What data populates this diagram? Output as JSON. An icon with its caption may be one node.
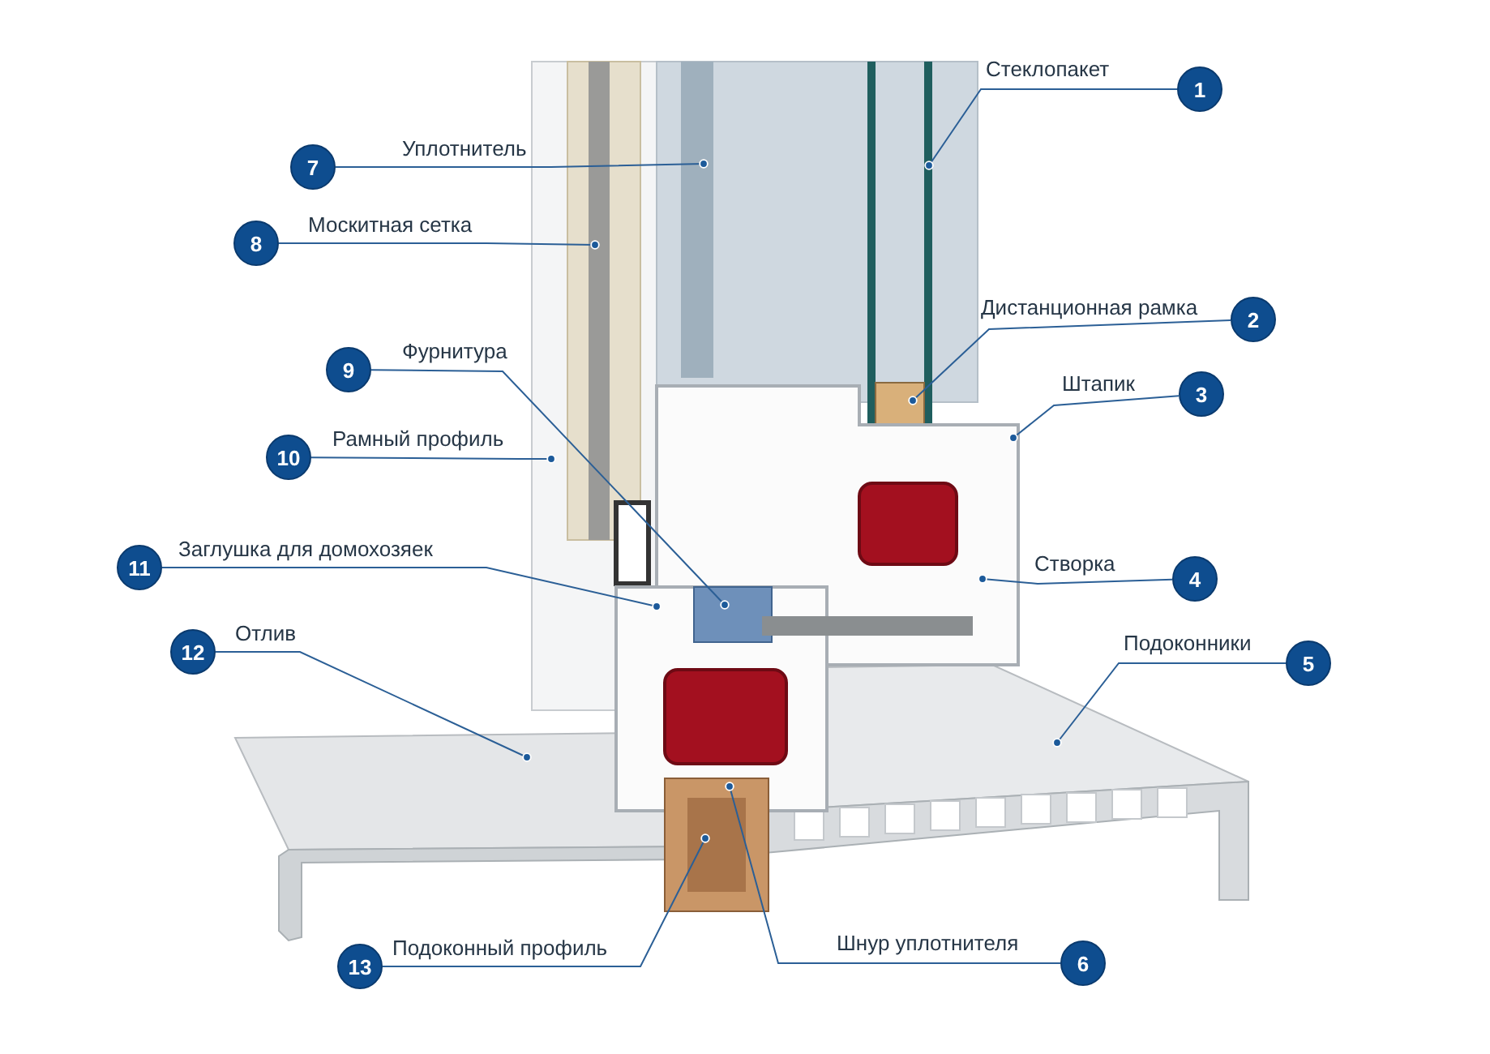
{
  "diagram": {
    "nodes": [
      {
        "text": [
          "1"
        ],
        "beside": [
          "Стеклопакет"
        ]
      },
      {
        "text": [
          "2"
        ],
        "beside": [
          "Дистанционная рамка"
        ]
      },
      {
        "text": [
          "3"
        ],
        "beside": [
          "Штапик"
        ]
      },
      {
        "text": [
          "4"
        ],
        "beside": [
          "Створка"
        ]
      },
      {
        "text": [
          "5"
        ],
        "beside": [
          "Подоконники"
        ]
      },
      {
        "text": [
          "6"
        ],
        "beside": [
          "Шнур уплотнителя"
        ]
      },
      {
        "text": [
          "7"
        ],
        "beside": [
          "Уплотнитель"
        ]
      },
      {
        "text": [
          "8"
        ],
        "beside": [
          "Москитная сетка"
        ]
      },
      {
        "text": [
          "9"
        ],
        "beside": [
          "Фурнитура"
        ]
      },
      {
        "text": [
          "10"
        ],
        "beside": [
          "Рамный профиль"
        ]
      },
      {
        "text": [
          "11"
        ],
        "beside": [
          "Заглушка для домохозяек"
        ]
      },
      {
        "text": [
          "12"
        ],
        "beside": [
          "Отлив"
        ]
      },
      {
        "text": [
          "13"
        ],
        "beside": [
          "Подоконный профиль"
        ]
      }
    ],
    "edges": [
      {
        "from": 0,
        "to": null,
        "arrow": "other"
      },
      {
        "from": 1,
        "to": null,
        "arrow": "other"
      },
      {
        "from": 2,
        "to": null,
        "arrow": "other"
      },
      {
        "from": 3,
        "to": null,
        "arrow": "other"
      },
      {
        "from": 4,
        "to": null,
        "arrow": "other"
      },
      {
        "from": 5,
        "to": null,
        "arrow": "other"
      },
      {
        "from": 6,
        "to": null,
        "arrow": "other"
      },
      {
        "from": 7,
        "to": null,
        "arrow": "other"
      },
      {
        "from": 8,
        "to": null,
        "arrow": "other"
      },
      {
        "from": 9,
        "to": null,
        "arrow": "other"
      },
      {
        "from": 10,
        "to": null,
        "arrow": "other"
      },
      {
        "from": 11,
        "to": null,
        "arrow": "other"
      },
      {
        "from": 12,
        "to": null,
        "arrow": "other"
      }
    ]
  }
}
